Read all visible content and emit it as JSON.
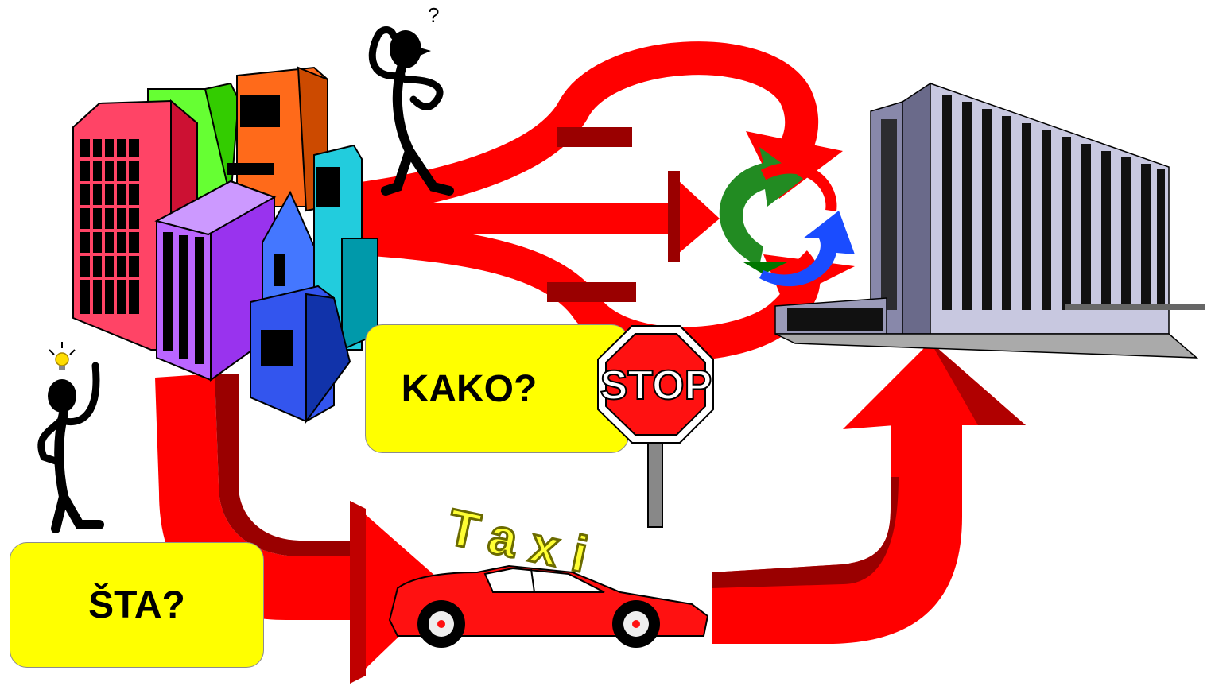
{
  "labels": {
    "kako": "KAKO?",
    "sta": "ŠTA?",
    "stop": "STOP",
    "taxi": "Taxi",
    "question_mark": "?"
  },
  "colors": {
    "arrow": "#ff0000",
    "arrow_shade": "#9a0000",
    "callout_fill": "#ffff00",
    "stop_red": "#ff0000",
    "taxi_text": "#ffff33"
  },
  "icons": [
    "office-buildings-icon",
    "thinking-person-icon",
    "idea-person-icon",
    "cycle-arrows-icon",
    "stop-sign-icon",
    "taxi-car-icon",
    "large-office-building-icon"
  ]
}
